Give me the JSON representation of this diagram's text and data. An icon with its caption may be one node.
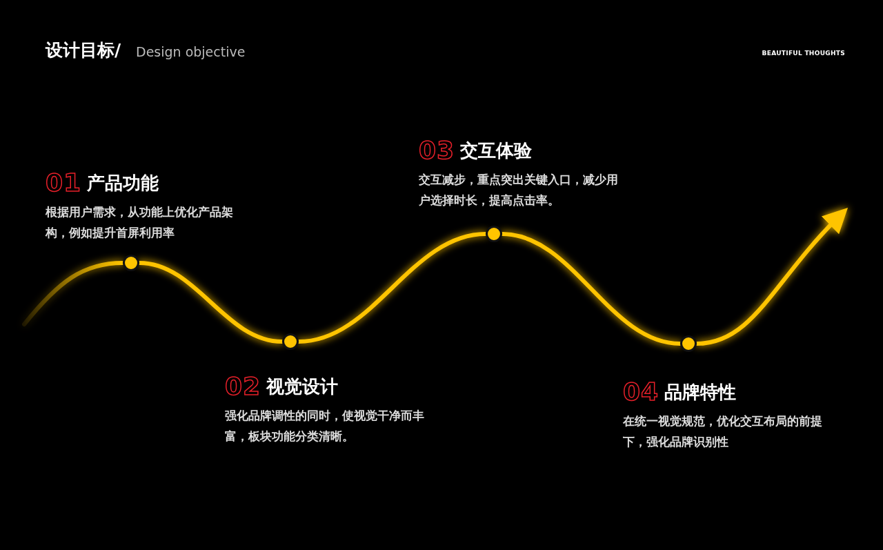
{
  "diagram": {
    "title": "设计目标/",
    "nodes": [
      {
        "text": [],
        "shape": "circle",
        "beside": [
          "01",
          "产品功能",
          "根据用户需求，从功能上优化产品架构，例如提升首屏利用率"
        ]
      },
      {
        "text": [],
        "shape": "circle",
        "beside": [
          "02",
          "视觉设计",
          "强化品牌调性的同时，使视觉干净而丰富，板块功能分类清晰。"
        ]
      },
      {
        "text": [],
        "shape": "circle",
        "beside": [
          "03",
          "交互体验",
          "交互减步，重点突出关键入口，减少用户选择时长，提高点击率。"
        ]
      },
      {
        "text": [],
        "shape": "circle",
        "beside": [
          "04",
          "品牌特性",
          "在统一视觉规范，优化交互布局的前提下，强化品牌识别性"
        ]
      }
    ],
    "edges": [
      {
        "from": null,
        "to": 0,
        "arrow": "none"
      },
      {
        "from": 0,
        "to": 1,
        "arrow": "none"
      },
      {
        "from": 1,
        "to": 2,
        "arrow": "none"
      },
      {
        "from": 2,
        "to": 3,
        "arrow": "none"
      },
      {
        "from": 3,
        "to": null,
        "arrow": "to"
      }
    ],
    "labels": [
      "Design objective",
      "BEAUTIFUL THOUGHTS"
    ]
  }
}
